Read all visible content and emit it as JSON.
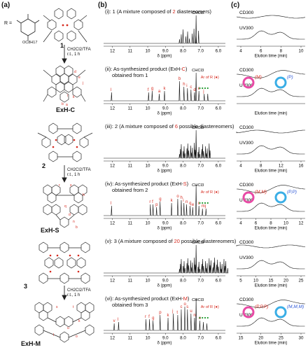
{
  "panel_labels": {
    "a": "(a)",
    "b": "(b)",
    "c": "(c)"
  },
  "r_group": {
    "label": "R =",
    "substituent": "OC8H17"
  },
  "compounds": [
    "1",
    "ExH-C",
    "2",
    "ExH-S",
    "3",
    "ExH-M"
  ],
  "conditions": {
    "reagent": "CH2Cl2/TFA",
    "time": "r.t., 1 h"
  },
  "nmr_rows": [
    {
      "prefix": "(i): ",
      "text_a": "1 (A mixture composed of ",
      "highlight": "2",
      "text_b": " diastereomers)",
      "line2": ""
    },
    {
      "prefix": "(ii): ",
      "text_a": "As-synthesized product (ExH-",
      "highlight": "C",
      "text_b": ")",
      "line2": "obtained from 1"
    },
    {
      "prefix": "(iii): ",
      "text_a": "2 (A mixture composed of ",
      "highlight": "6",
      "text_b": " possible diastereomers)",
      "line2": ""
    },
    {
      "prefix": "(iv): ",
      "text_a": "As-synthesized product (ExH-",
      "highlight": "S",
      "text_b": ")",
      "line2": "obtained from 2"
    },
    {
      "prefix": "(v): ",
      "text_a": "3 (A mixture composed of ",
      "highlight": "20",
      "text_b": " possible diastereomers)",
      "line2": ""
    },
    {
      "prefix": "(vi): ",
      "text_a": "As-synthesized product (ExH-",
      "highlight": "M",
      "text_b": ")",
      "line2": "obtained from 3"
    }
  ],
  "nmr_axis": {
    "ticks": [
      "12",
      "11",
      "10",
      "9.0",
      "8.0",
      "7.0",
      "6.0"
    ],
    "unit": "δ (ppm)"
  },
  "solvent_label": "CHCl3",
  "aryl_label": "Ar of R (●)",
  "peak_letters_c": [
    "l",
    "f",
    "g",
    "a",
    "k",
    "b",
    "h",
    "i",
    "c",
    "d",
    "e",
    "j"
  ],
  "peak_letters_s": [
    "l",
    "r",
    "f",
    "p",
    "g",
    "k",
    "o",
    "h",
    "i",
    "n",
    "q",
    "e",
    "c",
    "m",
    "j"
  ],
  "peak_letters_m": [
    "v",
    "l",
    "r",
    "f",
    "g",
    "p",
    "k",
    "j",
    "t",
    "c",
    "o",
    "s",
    "u",
    "n",
    "e"
  ],
  "hplc_rows": [
    {
      "cd": "CD300",
      "uv": "UV300",
      "axis_label": "Elution time (min)",
      "ticks": [
        "4",
        "6",
        "8",
        "10"
      ],
      "stereo": []
    },
    {
      "cd": "CD300",
      "uv": "UV300",
      "axis_label": "Elution time (min)",
      "ticks": [],
      "stereo": [
        "(M)",
        "(P)"
      ]
    },
    {
      "cd": "CD300",
      "uv": "UV300",
      "axis_label": "Elution time (min)",
      "ticks": [
        "4",
        "8",
        "12",
        "16"
      ],
      "stereo": []
    },
    {
      "cd": "CD300",
      "uv": "UV300",
      "axis_label": "Elution time (min)",
      "ticks": [
        "4",
        "6",
        "8",
        "10",
        "12"
      ],
      "stereo": [
        "(M,M)",
        "(P,P)"
      ]
    },
    {
      "cd": "CD300",
      "uv": "UV300",
      "axis_label": "Elution time (min)",
      "ticks": [
        "5",
        "10",
        "15",
        "20",
        "25"
      ],
      "stereo": []
    },
    {
      "cd": "CD300",
      "uv": "UV300",
      "axis_label": "Elution time (min)",
      "ticks": [
        "15",
        "20",
        "25",
        "30"
      ],
      "stereo": [
        "(P,P,P)",
        "(M,M,M)"
      ]
    }
  ],
  "colors": {
    "red": "#d62a1f",
    "green": "#1e9a2e",
    "blue": "#2a55d6",
    "pink": "#e84aa5",
    "cyan": "#3aaee6"
  }
}
